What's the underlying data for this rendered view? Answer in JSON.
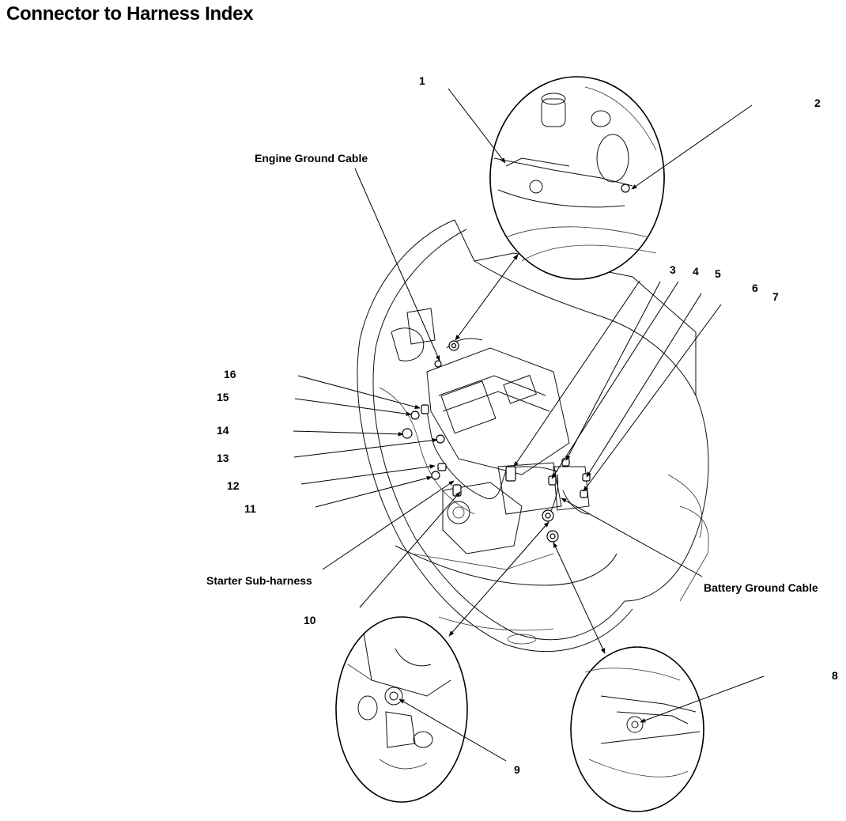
{
  "title": "Connector to Harness Index",
  "labels": {
    "n1": "1",
    "n2": "2",
    "n3": "3",
    "n4": "4",
    "n5": "5",
    "n6": "6",
    "n7": "7",
    "n8": "8",
    "n9": "9",
    "n10": "10",
    "n11": "11",
    "n12": "12",
    "n13": "13",
    "n14": "14",
    "n15": "15",
    "n16": "16",
    "engine_ground_cable": "Engine Ground Cable",
    "starter_sub_harness": "Starter Sub-harness",
    "battery_ground_cable": "Battery Ground Cable"
  }
}
